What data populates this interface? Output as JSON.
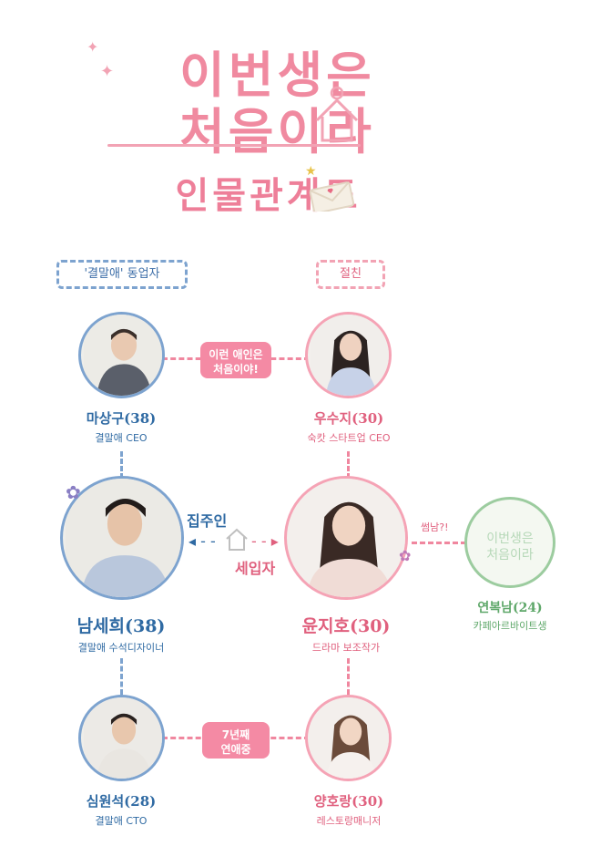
{
  "title": {
    "line1": "이번생은",
    "line2": "처음이라",
    "subtitle": "인물관계도"
  },
  "groups": {
    "left": "'결말애' 동업자",
    "right": "절친"
  },
  "people": [
    {
      "name": "마상구(38)",
      "role": "결말애 CEO"
    },
    {
      "name": "우수지(30)",
      "role": "숙캇 스타트업 CEO"
    },
    {
      "name": "남세희(38)",
      "role": "결말애 수석디자이너"
    },
    {
      "name": "윤지호(30)",
      "role": "드라마 보조작가"
    },
    {
      "name": "연복남(24)",
      "role": "카페아르바이트생"
    },
    {
      "name": "심원석(28)",
      "role": "결말애 CTO"
    },
    {
      "name": "양호랑(30)",
      "role": "레스토랑매니저"
    }
  ],
  "relations": {
    "top_pill": "이런 애인은\n처음이야!",
    "bottom_pill": "7년째\n연애중",
    "landlord": "집주인",
    "tenant": "세입자",
    "crush": "썸남?!"
  },
  "logo_text": {
    "line1": "이번생은",
    "line2": "처음이라"
  },
  "colors": {
    "blue": "#7da3cf",
    "pink": "#f0879f",
    "green": "#9ccc9f",
    "title": "#f08aa0"
  }
}
